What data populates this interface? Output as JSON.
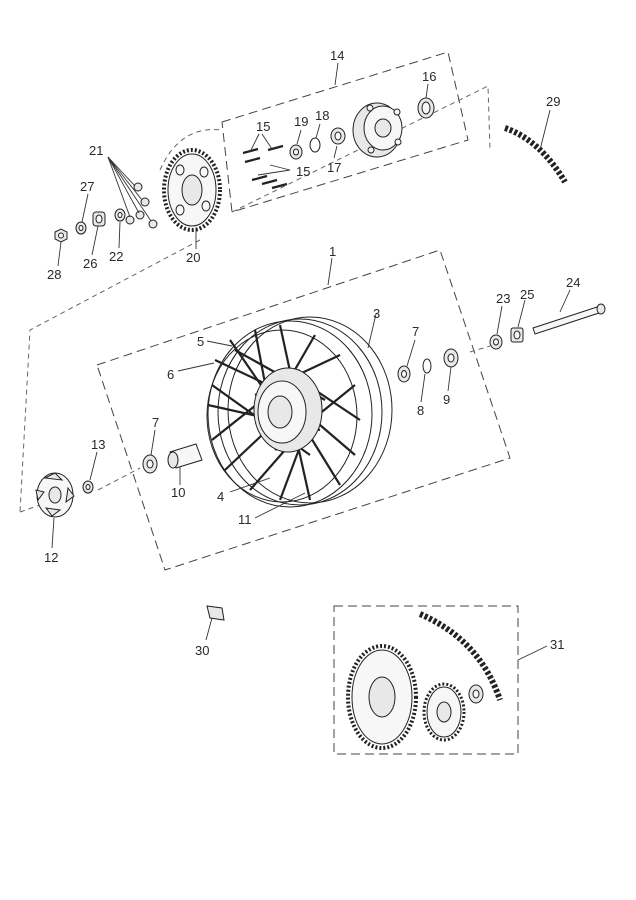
{
  "callouts": {
    "c1": "1",
    "c3": "3",
    "c4": "4",
    "c5": "5",
    "c6": "6",
    "c7a": "7",
    "c7b": "7",
    "c8": "8",
    "c9": "9",
    "c10": "10",
    "c11": "11",
    "c12": "12",
    "c13": "13",
    "c14": "14",
    "c15a": "15",
    "c15b": "15",
    "c16": "16",
    "c17": "17",
    "c18": "18",
    "c19": "19",
    "c20": "20",
    "c21": "21",
    "c22": "22",
    "c23": "23",
    "c24": "24",
    "c25": "25",
    "c26": "26",
    "c27": "27",
    "c28": "28",
    "c29": "29",
    "c30": "30",
    "c31": "31"
  }
}
